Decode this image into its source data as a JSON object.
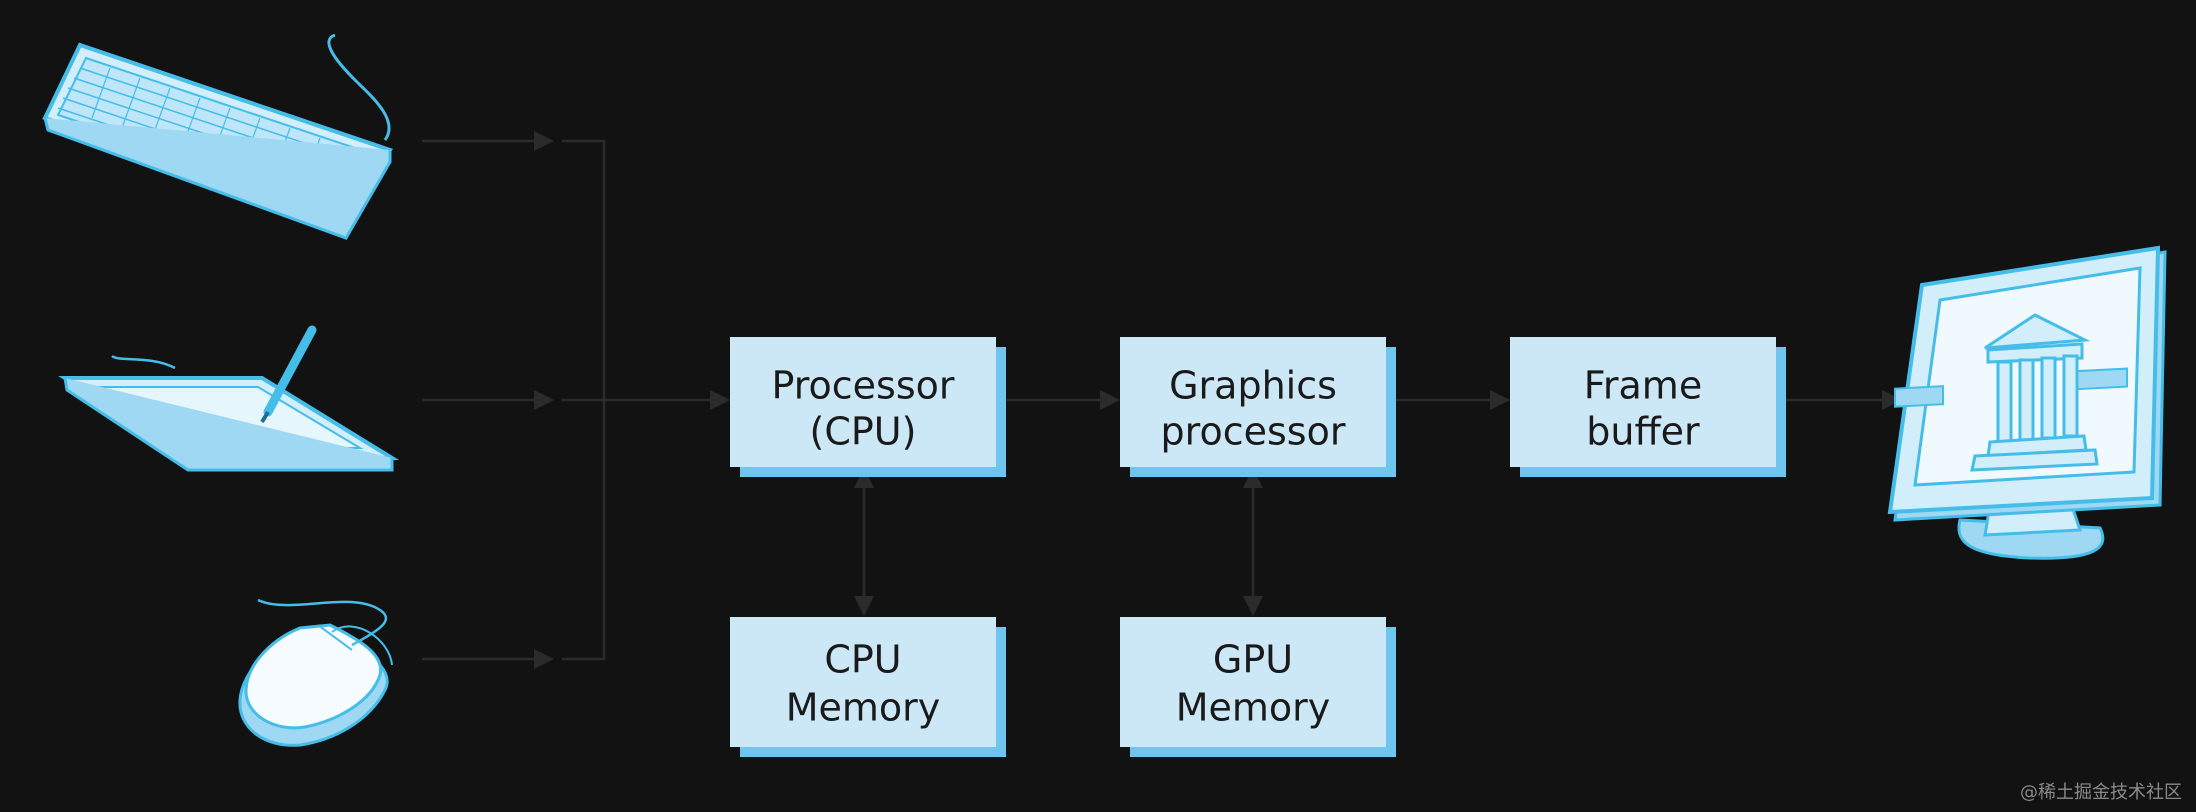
{
  "nodes": {
    "cpu": {
      "line1": "Processor",
      "line2": "(CPU)"
    },
    "gpu": {
      "line1": "Graphics",
      "line2": "processor"
    },
    "frame_buffer": {
      "line1": "Frame",
      "line2": "buffer"
    },
    "cpu_memory": {
      "line1": "CPU",
      "line2": "Memory"
    },
    "gpu_memory": {
      "line1": "GPU",
      "line2": "Memory"
    }
  },
  "icons": [
    "keyboard-icon",
    "tablet-icon",
    "mouse-icon",
    "monitor-icon"
  ],
  "colors": {
    "background": "#121212",
    "box_fill": "#cce8f6",
    "box_shadow": "#6ec5ee",
    "line": "#2b2b2b",
    "icon_stroke": "#45bde9",
    "icon_fill": "#d3eefb"
  },
  "watermark": "@稀土掘金技术社区"
}
